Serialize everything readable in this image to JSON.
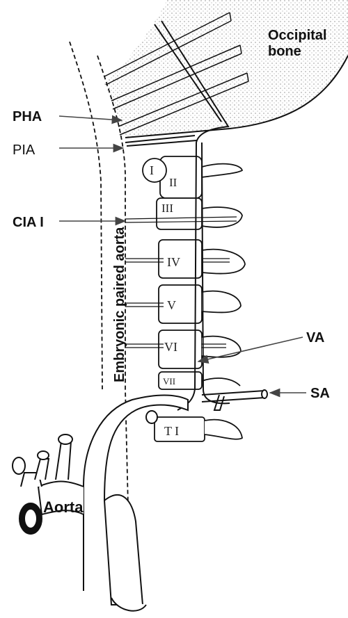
{
  "labels": {
    "occipital_line1": "Occipital",
    "occipital_line2": "bone",
    "pha": "PHA",
    "pia": "PIA",
    "cia": "CIA I",
    "embryonic_aorta": "Embryonic  paired  aorta",
    "va": "VA",
    "sa": "SA",
    "aorta": "Aorta"
  },
  "vertebrae": {
    "v1": "I",
    "v2": "II",
    "v3": "III",
    "v4": "IV",
    "v5": "V",
    "v6": "VI",
    "v7": "VII",
    "t1": "T I"
  },
  "colors": {
    "ink": "#111111",
    "bone_dots": "#555555",
    "background": "#ffffff"
  }
}
